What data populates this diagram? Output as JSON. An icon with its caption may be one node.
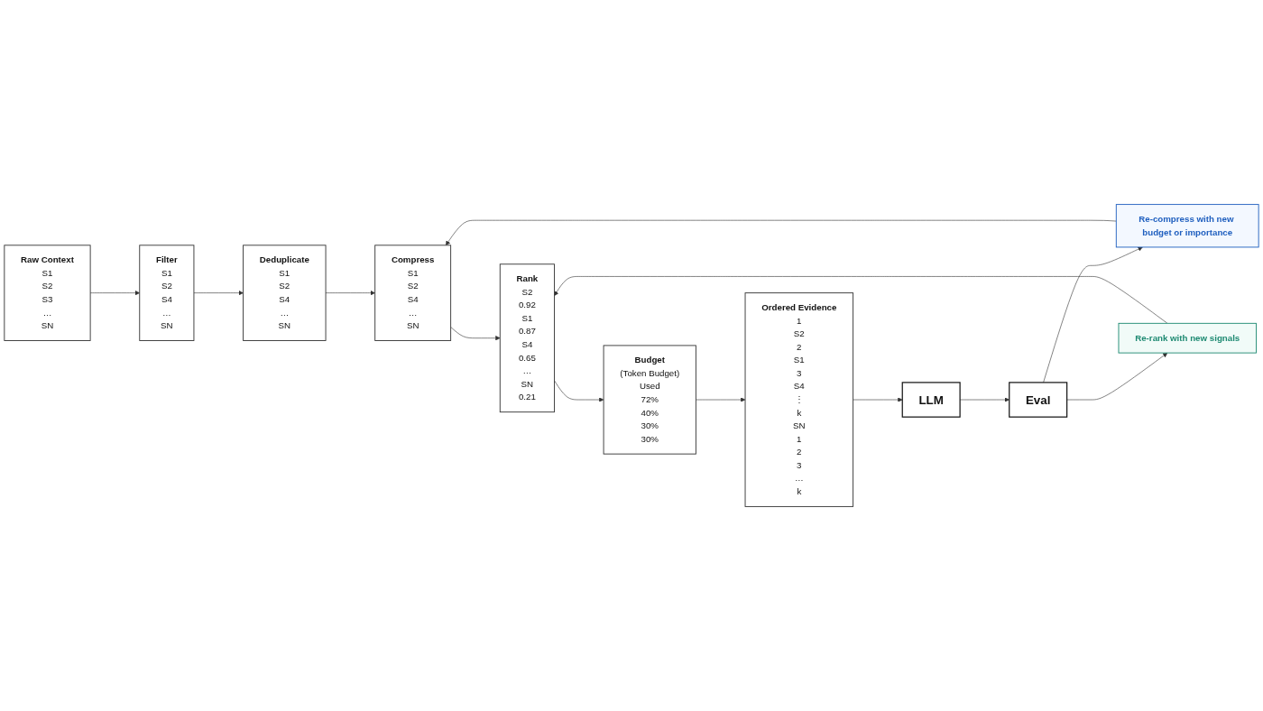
{
  "diagram": {
    "nodes": [
      {
        "text": [
          "Raw Context",
          "S1",
          "S2",
          "S3",
          "…",
          "SN"
        ]
      },
      {
        "text": [
          "Filter",
          "S1",
          "S2",
          "S4",
          "…",
          "SN"
        ]
      },
      {
        "text": [
          "Deduplicate",
          "S1",
          "S2",
          "S4",
          "…",
          "SN"
        ]
      },
      {
        "text": [
          "Compress",
          "S1",
          "S2",
          "S4",
          "…",
          "SN"
        ]
      },
      {
        "text": [
          "Rank",
          "S2",
          "0.92",
          "S1",
          "0.87",
          "S4",
          "0.65",
          "…",
          "SN",
          "0.21"
        ]
      },
      {
        "text": [
          "Budget",
          "(Token Budget)",
          "Used",
          "72%",
          "40%",
          "30%",
          "30%"
        ]
      },
      {
        "text": [
          "Ordered Evidence",
          "1",
          "S2",
          "2",
          "S1",
          "3",
          "S4",
          "⋮",
          "k",
          "SN",
          "1",
          "2",
          "3",
          "…",
          "k"
        ]
      },
      {
        "text": [
          "LLM"
        ]
      },
      {
        "text": [
          "Eval"
        ]
      },
      {
        "text": [
          "Re-compress with new budget or importance"
        ]
      },
      {
        "text": [
          "Re-rank with new signals"
        ]
      }
    ],
    "edges": [
      {
        "from": 0,
        "to": 1,
        "arrow": "to"
      },
      {
        "from": 1,
        "to": 2,
        "arrow": "to"
      },
      {
        "from": 2,
        "to": 3,
        "arrow": "to"
      },
      {
        "from": 3,
        "to": 4,
        "arrow": "to"
      },
      {
        "from": 4,
        "to": 5,
        "arrow": "to"
      },
      {
        "from": 5,
        "to": 6,
        "arrow": "to"
      },
      {
        "from": 6,
        "to": 7,
        "arrow": "to"
      },
      {
        "from": 7,
        "to": 8,
        "arrow": "to"
      },
      {
        "from": 9,
        "to": 3,
        "arrow": "to"
      },
      {
        "from": 10,
        "to": 4,
        "arrow": "to"
      },
      {
        "from": 8,
        "to": 9,
        "arrow": "to"
      },
      {
        "from": 8,
        "to": 10,
        "arrow": "to"
      }
    ]
  }
}
